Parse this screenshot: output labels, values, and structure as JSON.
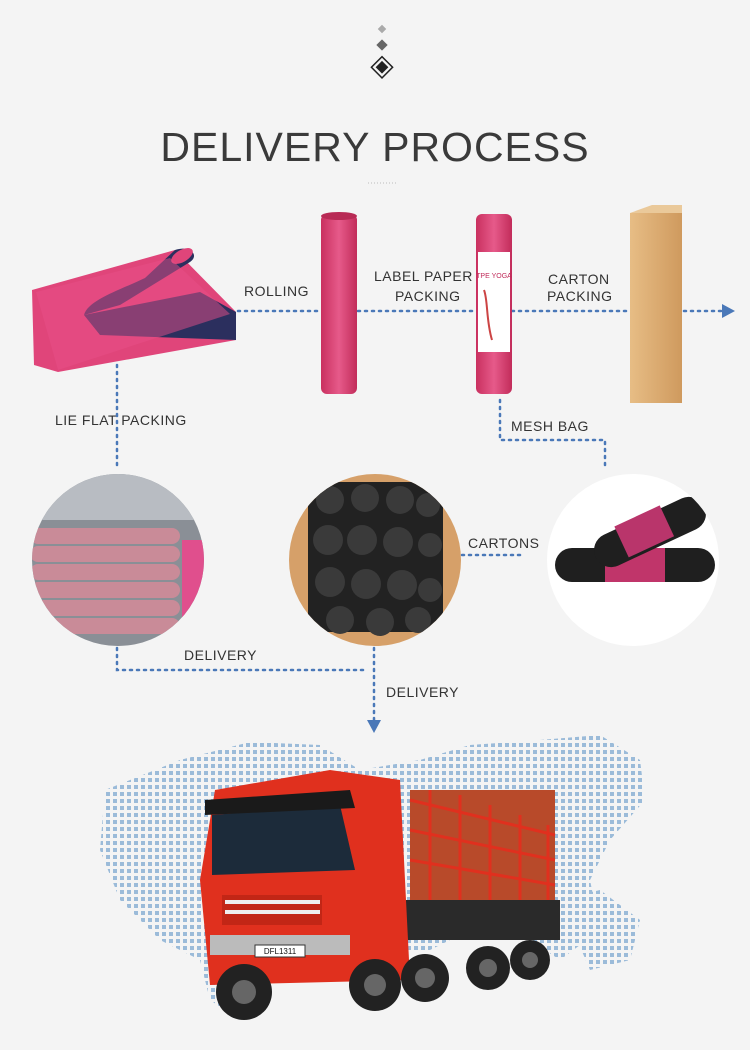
{
  "title": "DELIVERY PROCESS",
  "labels": {
    "rolling": "ROLLING",
    "label_paper_line1": "LABEL PAPER",
    "label_paper_line2": "PACKING",
    "carton_line1": "CARTON",
    "carton_line2": "PACKING",
    "lie_flat": "LIE FLAT PACKING",
    "mesh_bag": "MESH BAG",
    "cartons": "CARTONS",
    "delivery_left": "DELIVERY",
    "delivery_center": "DELIVERY"
  },
  "tube_label_text": "TPE YOGA",
  "truck_plate": "DFL1311",
  "colors": {
    "arrow": "#4a78b8",
    "mat_pink": "#e0457a",
    "mat_navy": "#2b2f5e",
    "carton": "#d7a770",
    "truck_red": "#e0301e",
    "map_dot": "#9bbbd9"
  },
  "icons": [
    "diamond-ornament",
    "yoga-mat",
    "rolled-mat",
    "labeled-tube",
    "carton-box",
    "stacked-mats",
    "bag-carton",
    "mesh-bag-mats",
    "world-map",
    "truck"
  ]
}
